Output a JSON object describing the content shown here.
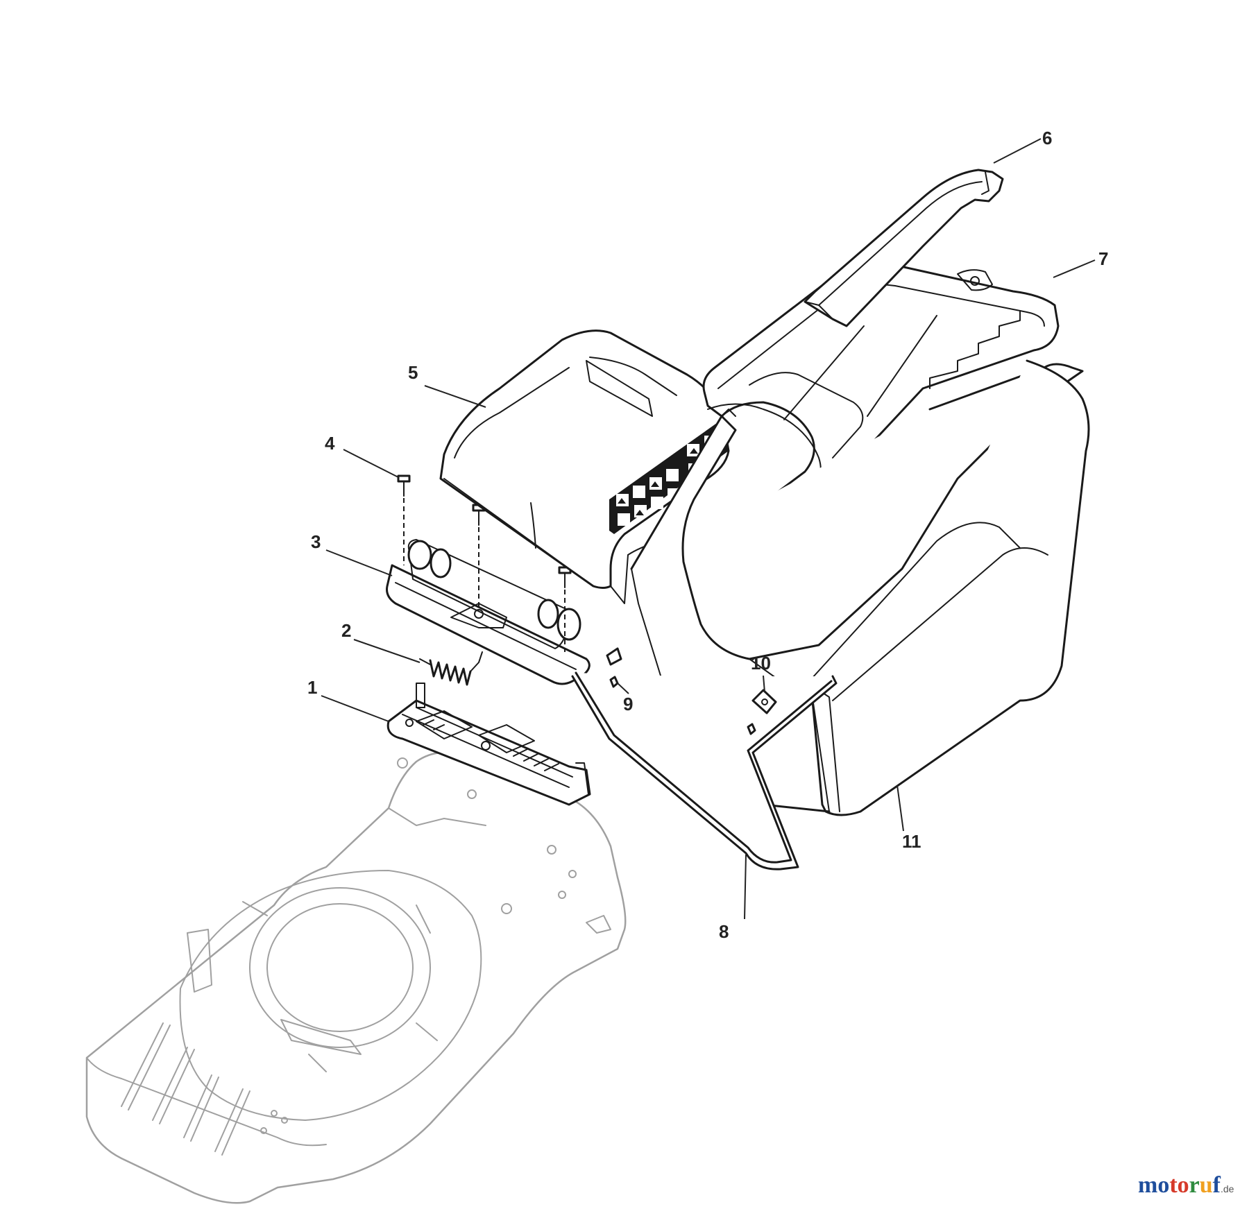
{
  "callouts": [
    {
      "id": "1",
      "label": "1"
    },
    {
      "id": "2",
      "label": "2"
    },
    {
      "id": "3",
      "label": "3"
    },
    {
      "id": "4",
      "label": "4"
    },
    {
      "id": "5",
      "label": "5"
    },
    {
      "id": "6",
      "label": "6"
    },
    {
      "id": "7",
      "label": "7"
    },
    {
      "id": "8",
      "label": "8"
    },
    {
      "id": "9",
      "label": "9"
    },
    {
      "id": "10",
      "label": "10"
    },
    {
      "id": "11",
      "label": "11"
    }
  ],
  "watermark": {
    "text_parts": [
      "mo",
      "to",
      "r",
      "u",
      "f"
    ],
    "suffix": ".de",
    "colors": [
      "#1f4e9c",
      "#d63a2a",
      "#2e8b3e",
      "#f0a020",
      "#1f4e9c"
    ]
  }
}
